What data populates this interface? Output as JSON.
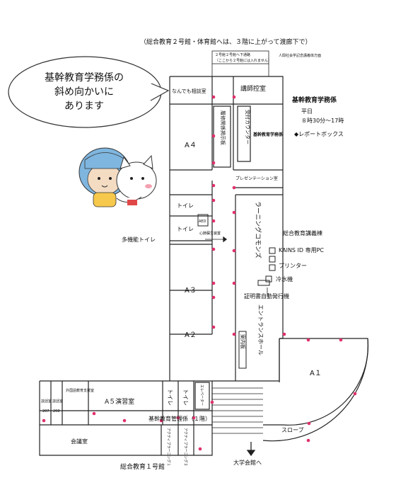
{
  "top_note": "（総合教育２号館・体育館へは、３階に上がって渡廊下で）",
  "corridor_label": "２号館２号館へ下通路",
  "corridor_sub": "（ここから２号館には入れません）",
  "right_top_note": "人間社会学記念講義体方面",
  "bubble_lines": [
    "基幹教育学務係の",
    "斜め向かいに",
    "あります"
  ],
  "office_title": "基幹教育学務係",
  "office_hours_day": "平日",
  "office_hours_time": "８時30分～17時",
  "report_box": "◆レポートボックス",
  "rooms": {
    "consult": "なんでも相談室",
    "lecture_prep": "講師控室",
    "reception": "受付カウンター",
    "bulletin": "履修関係掲示板",
    "academic_office": "基幹教育学務係",
    "a4": "A４",
    "presentation": "プレゼンテーション室",
    "toilet1": "トイレ",
    "toilet2": "トイレ",
    "aed": "AED",
    "aed_sub": "心肺蘇生装置",
    "learning_commons": "ラーニングコモンズ",
    "a3": "A３",
    "a2": "A２",
    "guide_board": "案内板",
    "entrance_hall": "エントランスホール",
    "a1": "A１",
    "a5": "A５演習室",
    "lang1": "外国語教育支援室",
    "toilet3": "トイレ",
    "toilet4": "トイレ",
    "elevator": "エレベーター",
    "room_207": "207",
    "room_208": "208",
    "meeting": "会議室",
    "active1": "アクティブラーニング１",
    "active2": "アクティブラーニング２",
    "slope": "スロープ",
    "admin_office": "基幹教育管理係（１階）",
    "building_1": "総合教育１号館",
    "to_hall": "大学会館へ",
    "small1": "談話室",
    "small2": "談話室"
  },
  "side_labels": {
    "multi_toilet": "多機能トイレ",
    "lecture_bldg": "総合教育講義棟",
    "kains": "KAINS ID 専用PC",
    "printer": "プリンター",
    "water": "冷水機",
    "cert": "証明書自動発行機"
  },
  "colors": {
    "line": "#222222",
    "marker": "#e0306e",
    "grey": "#777777"
  }
}
